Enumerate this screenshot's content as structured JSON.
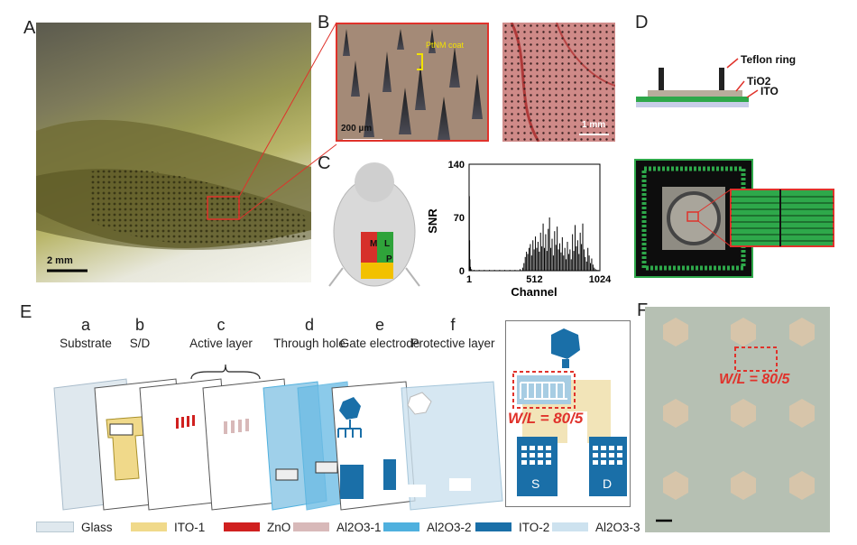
{
  "panel_labels": {
    "a": "A",
    "b": "B",
    "c": "C",
    "d": "D",
    "e": "E",
    "f": "F"
  },
  "panel_a": {
    "scale_bar": "2 mm"
  },
  "panel_b": {
    "left_scale": "200 µm",
    "annotation": "PtNM coat",
    "right_scale": "1 mm"
  },
  "panel_c": {
    "brain_regions": [
      "M",
      "L",
      "P"
    ]
  },
  "chart_data": {
    "type": "line",
    "xlabel": "Channel",
    "ylabel": "SNR",
    "xlim": [
      1,
      1024
    ],
    "ylim": [
      0,
      140
    ],
    "xticks": [
      "1",
      "512",
      "1024"
    ],
    "yticks": [
      "0",
      "70",
      "140"
    ],
    "x": [
      1,
      3,
      5,
      8,
      12,
      20,
      40,
      80,
      120,
      160,
      200,
      240,
      280,
      320,
      360,
      400,
      420,
      430,
      440,
      450,
      460,
      470,
      480,
      490,
      500,
      510,
      520,
      530,
      540,
      550,
      560,
      570,
      580,
      590,
      600,
      610,
      620,
      630,
      640,
      650,
      660,
      670,
      680,
      690,
      700,
      710,
      720,
      730,
      740,
      750,
      760,
      770,
      780,
      790,
      800,
      810,
      820,
      830,
      840,
      850,
      860,
      870,
      880,
      890,
      900,
      910,
      920,
      930,
      940,
      950,
      960,
      970,
      980,
      990,
      1000,
      1010,
      1024
    ],
    "y": [
      60,
      98,
      40,
      15,
      5,
      2,
      1,
      1,
      1,
      1,
      1,
      1,
      1,
      1,
      1,
      2,
      4,
      10,
      18,
      25,
      22,
      30,
      35,
      20,
      40,
      28,
      45,
      30,
      38,
      25,
      50,
      32,
      62,
      30,
      48,
      26,
      55,
      70,
      30,
      42,
      20,
      52,
      34,
      58,
      28,
      36,
      24,
      44,
      20,
      30,
      15,
      38,
      22,
      28,
      15,
      48,
      26,
      60,
      32,
      40,
      22,
      50,
      35,
      62,
      28,
      18,
      12,
      30,
      20,
      10,
      16,
      8,
      4,
      2,
      1,
      1,
      1
    ]
  },
  "panel_d": {
    "labels": [
      "Teflon ring",
      "TiO2",
      "ITO"
    ]
  },
  "panel_e": {
    "columns": [
      {
        "letter": "a",
        "text": "Substrate"
      },
      {
        "letter": "b",
        "text": "S/D"
      },
      {
        "letter": "c",
        "text": "Active layer"
      },
      {
        "letter": "d",
        "text": "Through hole"
      },
      {
        "letter": "e",
        "text": "Gate electrode"
      },
      {
        "letter": "f",
        "text": "Protective layer"
      }
    ],
    "inset_ratio": "W/L = 80/5",
    "inset_source": "S",
    "inset_drain": "D"
  },
  "panel_f": {
    "ratio": "W/L = 80/5"
  },
  "legend": [
    {
      "label": "Glass",
      "color": "#dfe8ee"
    },
    {
      "label": "ITO-1",
      "color": "#f0d98a"
    },
    {
      "label": "ZnO",
      "color": "#d0201f"
    },
    {
      "label": "Al2O3-1",
      "color": "#d8b9b9"
    },
    {
      "label": "Al2O3-2",
      "color": "#4fb0de"
    },
    {
      "label": "ITO-2",
      "color": "#1a6fa8"
    },
    {
      "label": "Al2O3-3",
      "color": "#cde2ef"
    }
  ],
  "colors": {
    "zoom_line": "#e0322b",
    "accent_red": "#e0322b",
    "yellow_ann": "#f2e200"
  }
}
